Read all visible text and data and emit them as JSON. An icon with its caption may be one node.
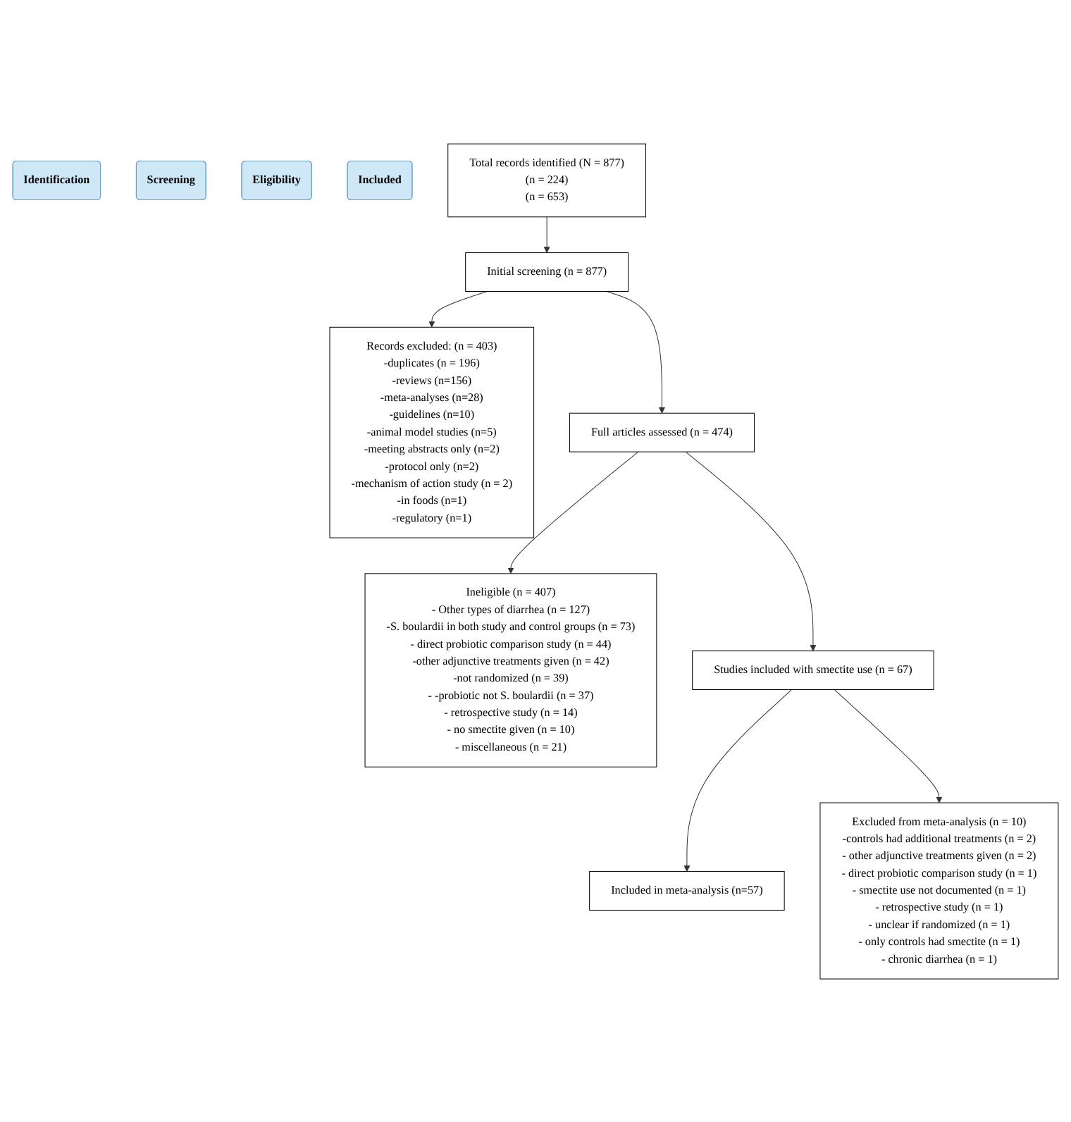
{
  "diagram": {
    "nodes": [
      {
        "text": [
          "Identification"
        ]
      },
      {
        "text": [
          "Screening"
        ]
      },
      {
        "text": [
          "Eligibility"
        ]
      },
      {
        "text": [
          "Included"
        ]
      },
      {
        "text": [
          "Total records identified (N = 877)",
          "(n = 224)",
          "(n = 653)"
        ]
      },
      {
        "text": [
          "Initial screening (n = 877)"
        ]
      },
      {
        "text": [
          "Records excluded: (n = 403)",
          "-duplicates (n = 196)",
          "-reviews (n=156)",
          "-meta-analyses (n=28)",
          "-guidelines (n=10)",
          "-animal model studies (n=5)",
          "-meeting abstracts only (n=2)",
          "-protocol only (n=2)",
          "-mechanism of action study (n = 2)",
          "-in foods (n=1)",
          "-regulatory (n=1)"
        ]
      },
      {
        "text": [
          "Full articles assessed (n = 474)"
        ]
      },
      {
        "text": [
          "Ineligible (n = 407)",
          "- Other types of diarrhea (n = 127)",
          "-S. boulardii in both study and control groups (n = 73)",
          "- direct probiotic comparison study (n = 44)",
          "-other adjunctive treatments given (n = 42)",
          "-not randomized (n = 39)",
          "- -probiotic not S. boulardii (n = 37)",
          "- retrospective study (n = 14)",
          "- no smectite given (n = 10)",
          "- miscellaneous (n = 21)"
        ]
      },
      {
        "text": [
          "Studies included with smectite use (n = 67)"
        ]
      },
      {
        "text": [
          "Included in meta-analysis (n=57)"
        ]
      },
      {
        "text": [
          "Excluded from meta-analysis (n = 10)",
          "-controls had additional treatments (n = 2)",
          "- other adjunctive treatments given (n = 2)",
          "- direct probiotic comparison study (n = 1)",
          "- smectite use not documented (n = 1)",
          "- retrospective study (n = 1)",
          "- unclear if randomized (n = 1)",
          "- only controls had smectite (n = 1)",
          "- chronic diarrhea (n = 1)"
        ]
      }
    ],
    "edges": [
      {
        "from": 4,
        "to": 5,
        "arrow": "to"
      },
      {
        "from": 5,
        "to": 7,
        "arrow": "to"
      },
      {
        "from": 5,
        "to": 6,
        "arrow": "to"
      },
      {
        "from": 7,
        "to": 9,
        "arrow": "to"
      },
      {
        "from": 7,
        "to": 8,
        "arrow": "to"
      },
      {
        "from": 9,
        "to": 10,
        "arrow": "to"
      },
      {
        "from": 9,
        "to": 11,
        "arrow": "to"
      }
    ]
  }
}
